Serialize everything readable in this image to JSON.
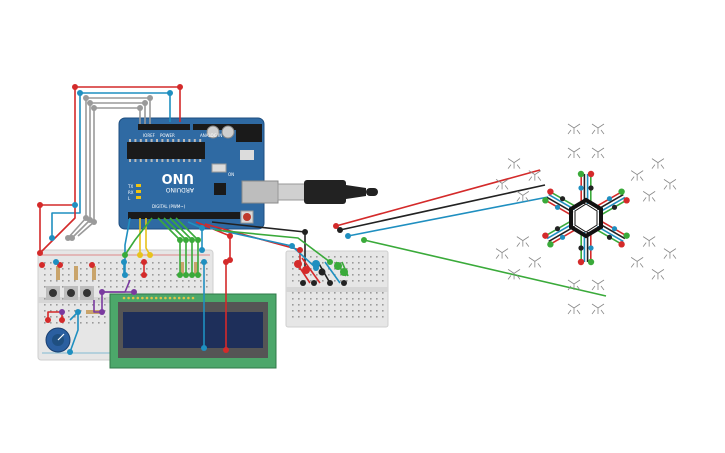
{
  "arduino": {
    "model": "UNO",
    "brand": "ARDUINO",
    "power_label": "POWER",
    "analog_label": "ANALOG IN",
    "digital_label": "DIGITAL (PWM~)",
    "tx_label": "TX",
    "rx_label": "RX",
    "l_label": "L",
    "on_label": "ON",
    "ioref_label": "IOREF"
  },
  "colors": {
    "board": "#2f6aa3",
    "board_dark": "#1f4f80",
    "breadboard": "#e6e6e6",
    "lcd_pcb": "#4ca76a",
    "lcd_screen": "#1e2f5a",
    "wire_red": "#d42a2a",
    "wire_blue": "#1f8fc0",
    "wire_green": "#3aaa3a",
    "wire_black": "#222222",
    "wire_gray": "#9a9a9a",
    "wire_purple": "#7a3aa0",
    "wire_yellow": "#e8c21c",
    "usb_cable": "#222222"
  },
  "components": [
    "arduino-uno",
    "usb-cable",
    "left-breadboard",
    "mini-breadboard",
    "lcd-16x2",
    "potentiometer",
    "push-buttons",
    "neopixel-ring-16",
    "led-cluster"
  ]
}
